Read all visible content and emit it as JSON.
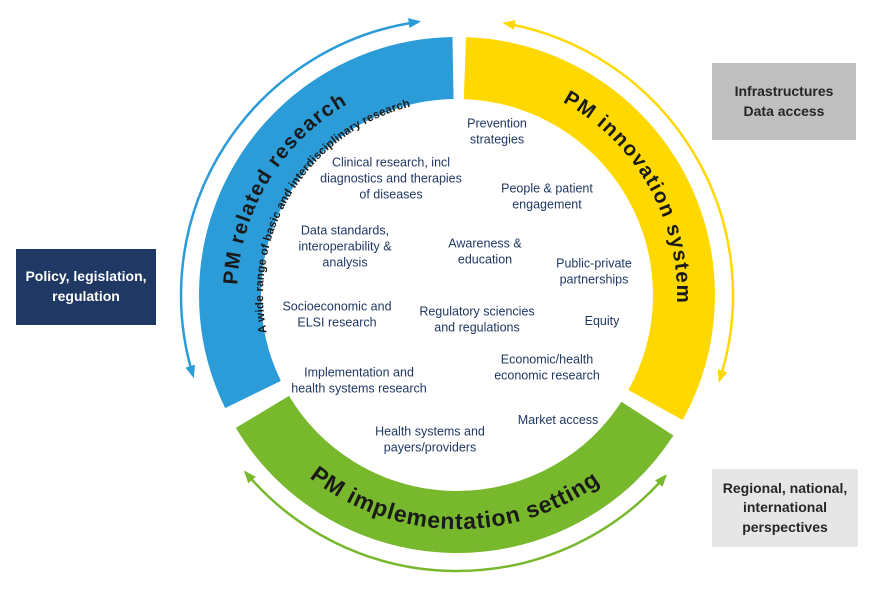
{
  "colors": {
    "segment_blue": "#2B9CD8",
    "segment_yellow": "#FFD800",
    "segment_green": "#78B82D",
    "policy_box_bg": "#1F3864",
    "policy_box_text": "#FFFFFF",
    "infra_box_bg": "#BFBFBF",
    "regional_box_bg": "#E7E6E6",
    "gray_box_text": "#262626",
    "inner_label_text": "#1F3864",
    "arc_title_text": "#1A1A1A"
  },
  "wheel": {
    "segments": [
      {
        "id": "pm-related-research",
        "title": "PM related research",
        "subtitle": "A wide range of basic and interdisciplinary research",
        "color": "#2B9CD8"
      },
      {
        "id": "pm-innovation-system",
        "title": "PM innovation system",
        "color": "#FFD800"
      },
      {
        "id": "pm-implementation-setting",
        "title": "PM implementation setting",
        "color": "#78B82D"
      }
    ],
    "inner_labels": [
      {
        "id": "prevention-strategies",
        "text": "Prevention\nstrategies"
      },
      {
        "id": "clinical-research",
        "text": "Clinical research, incl\ndiagnostics and therapies\nof diseases"
      },
      {
        "id": "people-patient-engagement",
        "text": "People & patient\nengagement"
      },
      {
        "id": "data-standards",
        "text": "Data standards,\ninteroperability &\nanalysis"
      },
      {
        "id": "awareness-education",
        "text": "Awareness &\neducation"
      },
      {
        "id": "public-private-partnerships",
        "text": "Public-private\npartnerships"
      },
      {
        "id": "socioeconomic-elsi",
        "text": "Socioeconomic and\nELSI research"
      },
      {
        "id": "regulatory-sciences",
        "text": "Regulatory sciencies\nand regulations"
      },
      {
        "id": "equity",
        "text": "Equity"
      },
      {
        "id": "implementation-health-systems",
        "text": "Implementation and\nhealth systems research"
      },
      {
        "id": "economic-health",
        "text": "Economic/health\neconomic research"
      },
      {
        "id": "market-access",
        "text": "Market access"
      },
      {
        "id": "health-systems-payers",
        "text": "Health systems and\npayers/providers"
      }
    ]
  },
  "side_boxes": [
    {
      "id": "policy-legislation-regulation",
      "text": "Policy, legislation,\nregulation"
    },
    {
      "id": "infrastructures-data-access",
      "text": "Infrastructures\nData access"
    },
    {
      "id": "regional-national-international",
      "text": "Regional, national,\ninternational\nperspectives"
    }
  ]
}
